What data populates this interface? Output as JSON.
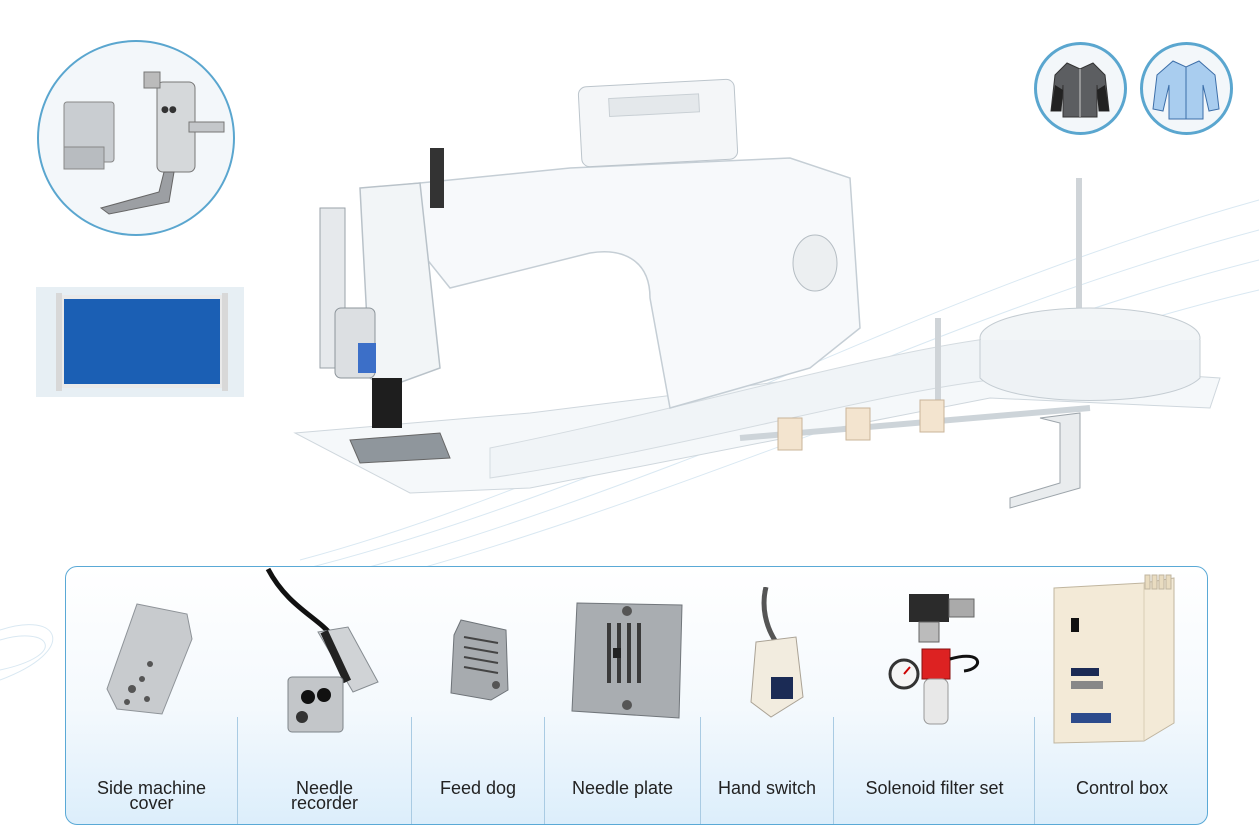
{
  "garment_icons": [
    "jacket-icon",
    "shirt-icon"
  ],
  "swatch_color": "#1b5fb4",
  "accent_color": "#5aa9d6",
  "products": [
    {
      "label": "Side machine\ncover"
    },
    {
      "label": "Needle\nrecorder"
    },
    {
      "label": "Feed dog"
    },
    {
      "label": "Needle plate"
    },
    {
      "label": "Hand switch"
    },
    {
      "label": "Solenoid filter set"
    },
    {
      "label": "Control box"
    }
  ]
}
